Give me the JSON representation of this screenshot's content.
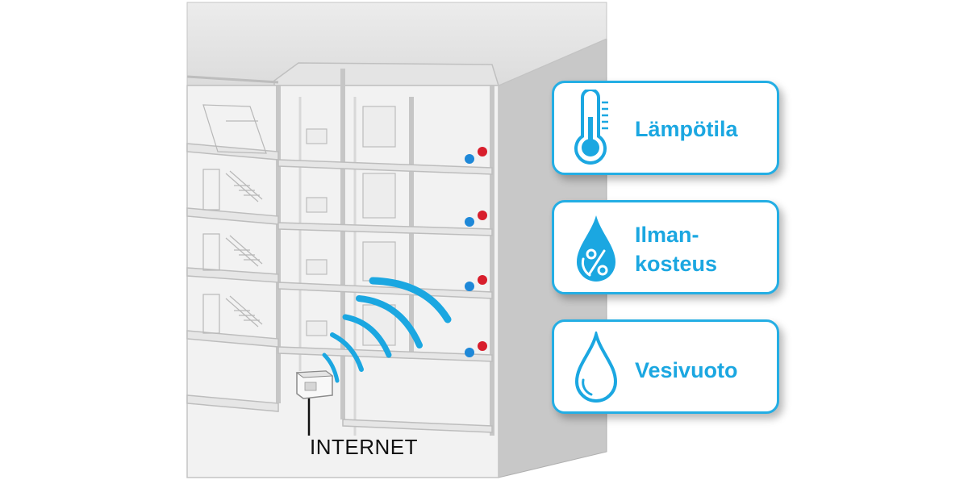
{
  "sensors": [
    {
      "label": "Lämpötila",
      "icon": "thermometer-icon"
    },
    {
      "label": "Ilman-\nkosteus",
      "icon": "humidity-drop-icon"
    },
    {
      "label": "Vesivuoto",
      "icon": "water-drop-icon"
    }
  ],
  "gateway": {
    "label": "INTERNET",
    "icon": "gateway-box-icon"
  },
  "colors": {
    "accent": "#1ba7e1",
    "hot": "#d81e2c",
    "cold": "#1e88d8",
    "wall": "#dcdcdc"
  }
}
